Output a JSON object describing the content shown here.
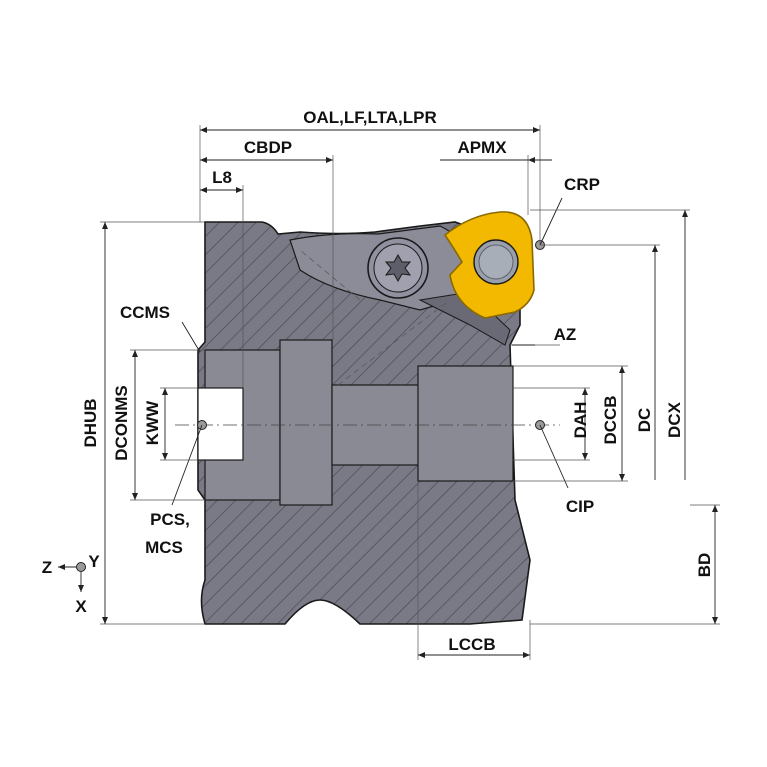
{
  "labels": {
    "oal": "OAL,LF,LTA,LPR",
    "cbdp": "CBDP",
    "l8": "L8",
    "apmx": "APMX",
    "crp": "CRP",
    "ccms": "CCMS",
    "az": "AZ",
    "dhub": "DHUB",
    "dconms": "DCONMS",
    "kww": "KWW",
    "dah": "DAH",
    "dccb": "DCCB",
    "dc": "DC",
    "dcx": "DCX",
    "cip": "CIP",
    "pcs": "PCS,",
    "mcs": "MCS",
    "bd": "BD",
    "lccb": "LCCB",
    "axis_z": "Z",
    "axis_y": "Y",
    "axis_x": "X"
  },
  "colors": {
    "body_fill": "#7a7a86",
    "body_dark": "#5e5e6a",
    "insert_fill": "#f2b900",
    "insert_stroke": "#8a6a00",
    "bore_fill": "#8a8a95",
    "outline": "#1a1a1a",
    "point_marker": "#9a9a9a"
  }
}
